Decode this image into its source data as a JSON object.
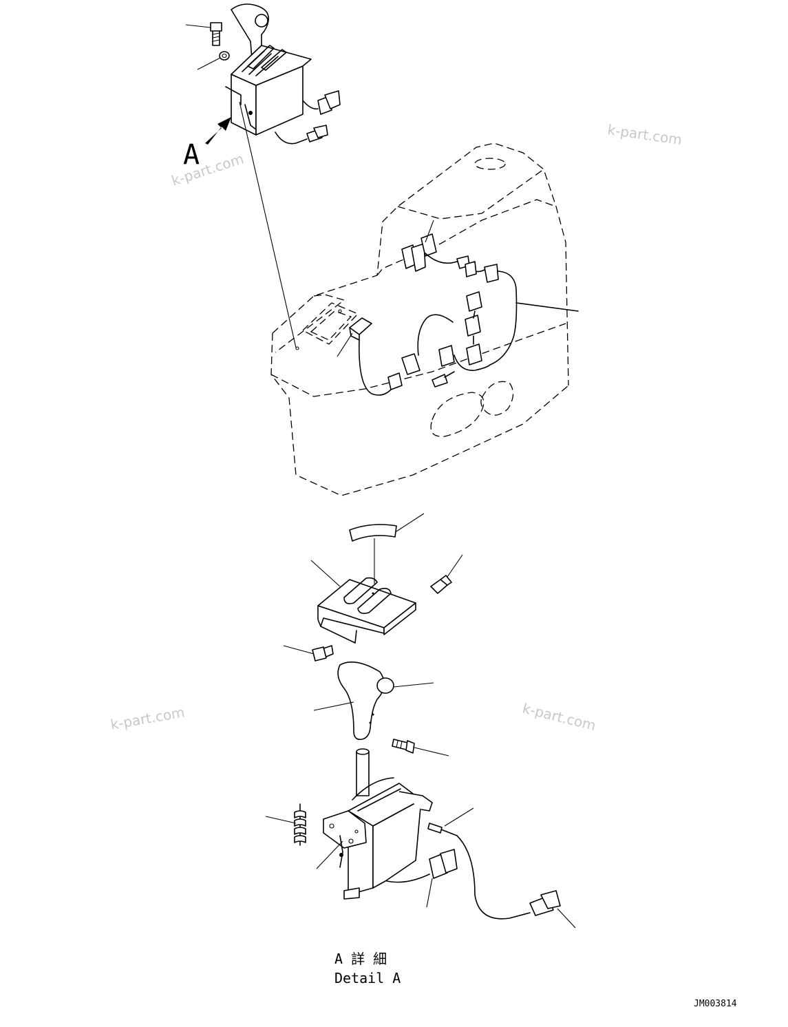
{
  "drawing": {
    "view_label": "A",
    "detail_caption_jp": "A 詳 細",
    "detail_caption_en": "Detail A",
    "drawing_number": "JM003814"
  },
  "watermarks": [
    "k-part.com",
    "k-part.com",
    "k-part.com",
    "k-part.com"
  ]
}
